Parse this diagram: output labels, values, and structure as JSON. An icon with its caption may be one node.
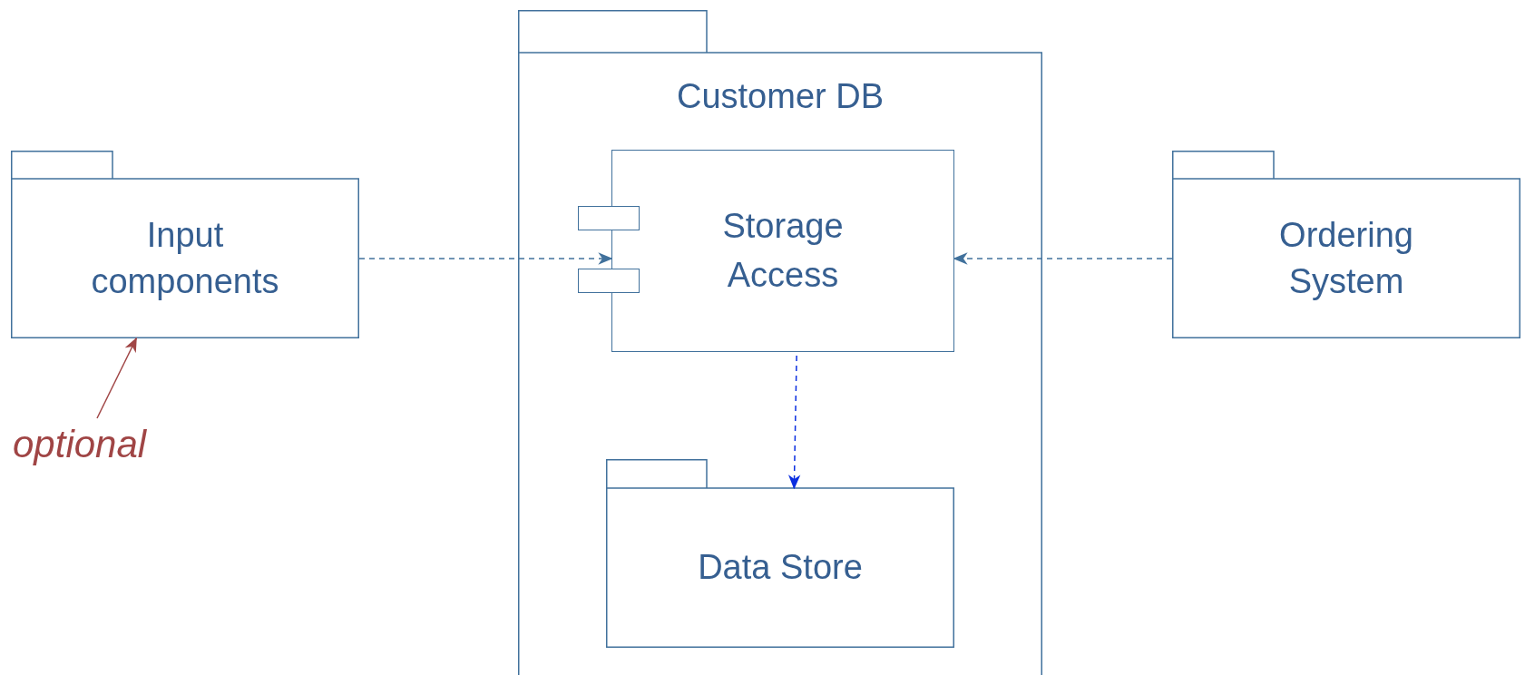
{
  "diagram": {
    "nodes": [
      {
        "text": [
          "Customer DB"
        ]
      },
      {
        "text": [
          "Storage Access"
        ],
        "in": 0
      },
      {
        "text": [
          "Data Store"
        ],
        "in": 0
      },
      {
        "text": [
          "Input components"
        ]
      },
      {
        "text": [
          "Ordering System"
        ]
      },
      {
        "text": [
          "optional"
        ]
      }
    ],
    "edges": [
      {
        "from": 3,
        "to": 1,
        "arrow": "to",
        "style": "dashed"
      },
      {
        "from": 4,
        "to": 1,
        "arrow": "to",
        "style": "dashed"
      },
      {
        "from": 1,
        "to": 2,
        "arrow": "to",
        "style": "dashed",
        "color": "#0a2ee0"
      },
      {
        "from": 5,
        "to": 3,
        "arrow": "to",
        "color": "#a04545"
      }
    ]
  }
}
